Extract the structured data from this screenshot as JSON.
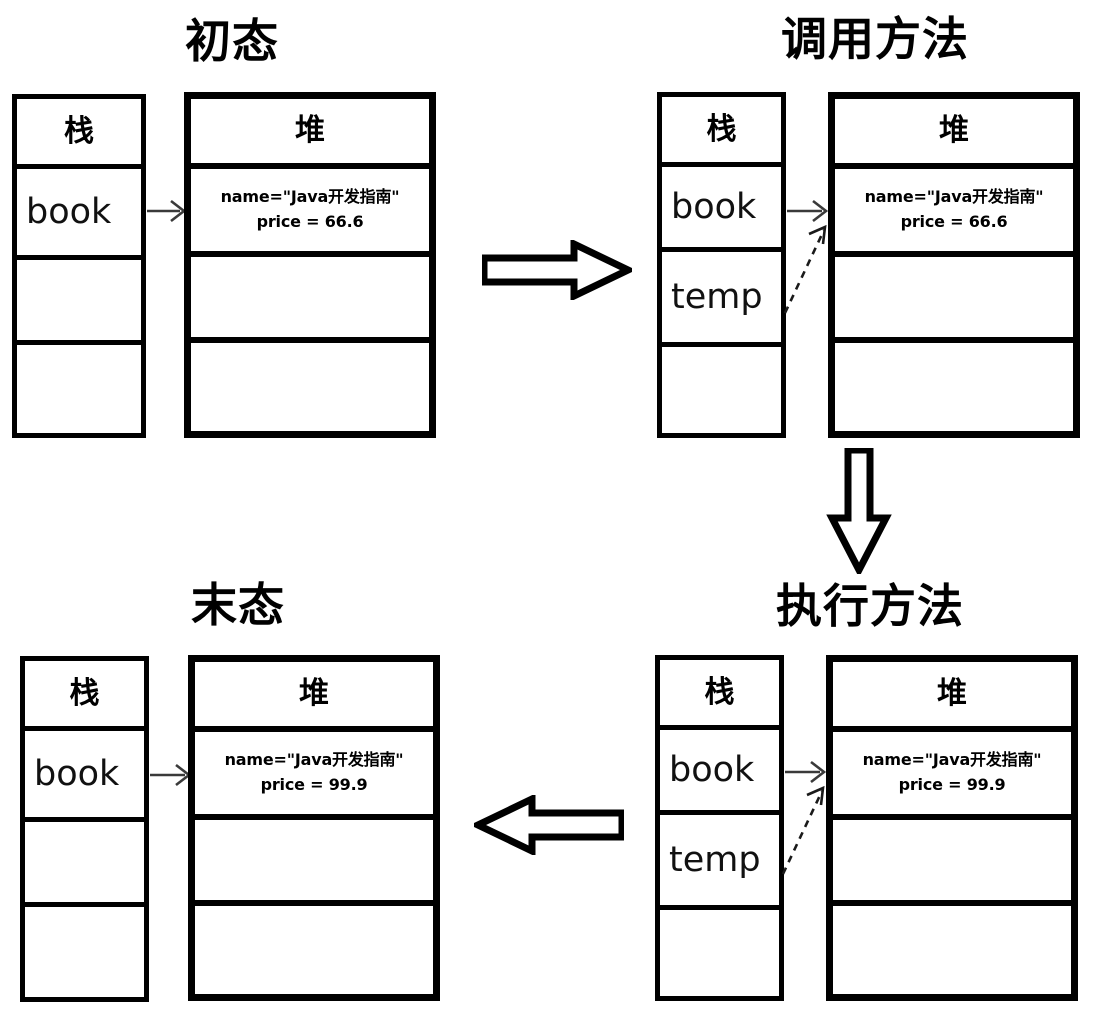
{
  "diagram": {
    "title_font_color": "#000000",
    "background": "#ffffff",
    "line_color": "#000000"
  },
  "labels": {
    "stack_header": "栈",
    "heap_header": "堆"
  },
  "panels": [
    {
      "id": "initial-state",
      "title": "初态",
      "stack": {
        "header": "栈",
        "slots": [
          "book",
          "",
          ""
        ]
      },
      "heap": {
        "header": "堆",
        "object": {
          "name_line": "name=\"Java开发指南\"",
          "price_key": "price",
          "price_eq": " = ",
          "price_value": "66.6"
        },
        "empty_slots": 2
      },
      "pointers": {
        "book_to_object": "solid-arrow-right",
        "temp_to_object": null
      }
    },
    {
      "id": "call-method",
      "title": "调用方法",
      "stack": {
        "header": "栈",
        "slots": [
          "book",
          "temp",
          ""
        ]
      },
      "heap": {
        "header": "堆",
        "object": {
          "name_line": "name=\"Java开发指南\"",
          "price_key": "price",
          "price_eq": " = ",
          "price_value": "66.6"
        },
        "empty_slots": 2
      },
      "pointers": {
        "book_to_object": "solid-arrow-right",
        "temp_to_object": "dashed-arrow-diagonal"
      }
    },
    {
      "id": "execute-method",
      "title": "执行方法",
      "stack": {
        "header": "栈",
        "slots": [
          "book",
          "temp",
          ""
        ]
      },
      "heap": {
        "header": "堆",
        "object": {
          "name_line": "name=\"Java开发指南\"",
          "price_key": "price",
          "price_eq": " = ",
          "price_value": "99.9"
        },
        "empty_slots": 2
      },
      "pointers": {
        "book_to_object": "solid-arrow-right",
        "temp_to_object": "dashed-arrow-diagonal"
      }
    },
    {
      "id": "final-state",
      "title": "末态",
      "stack": {
        "header": "栈",
        "slots": [
          "book",
          "",
          ""
        ]
      },
      "heap": {
        "header": "堆",
        "object": {
          "name_line": "name=\"Java开发指南\"",
          "price_key": "price",
          "price_eq": " = ",
          "price_value": "99.9"
        },
        "empty_slots": 2
      },
      "pointers": {
        "book_to_object": "solid-arrow-right",
        "temp_to_object": null
      }
    }
  ],
  "flow_arrows": [
    {
      "id": "top-right-arrow",
      "direction": "right",
      "from": "初态",
      "to": "调用方法"
    },
    {
      "id": "right-down-arrow",
      "direction": "down",
      "from": "调用方法",
      "to": "执行方法"
    },
    {
      "id": "bottom-left-arrow",
      "direction": "left",
      "from": "执行方法",
      "to": "末态"
    }
  ]
}
